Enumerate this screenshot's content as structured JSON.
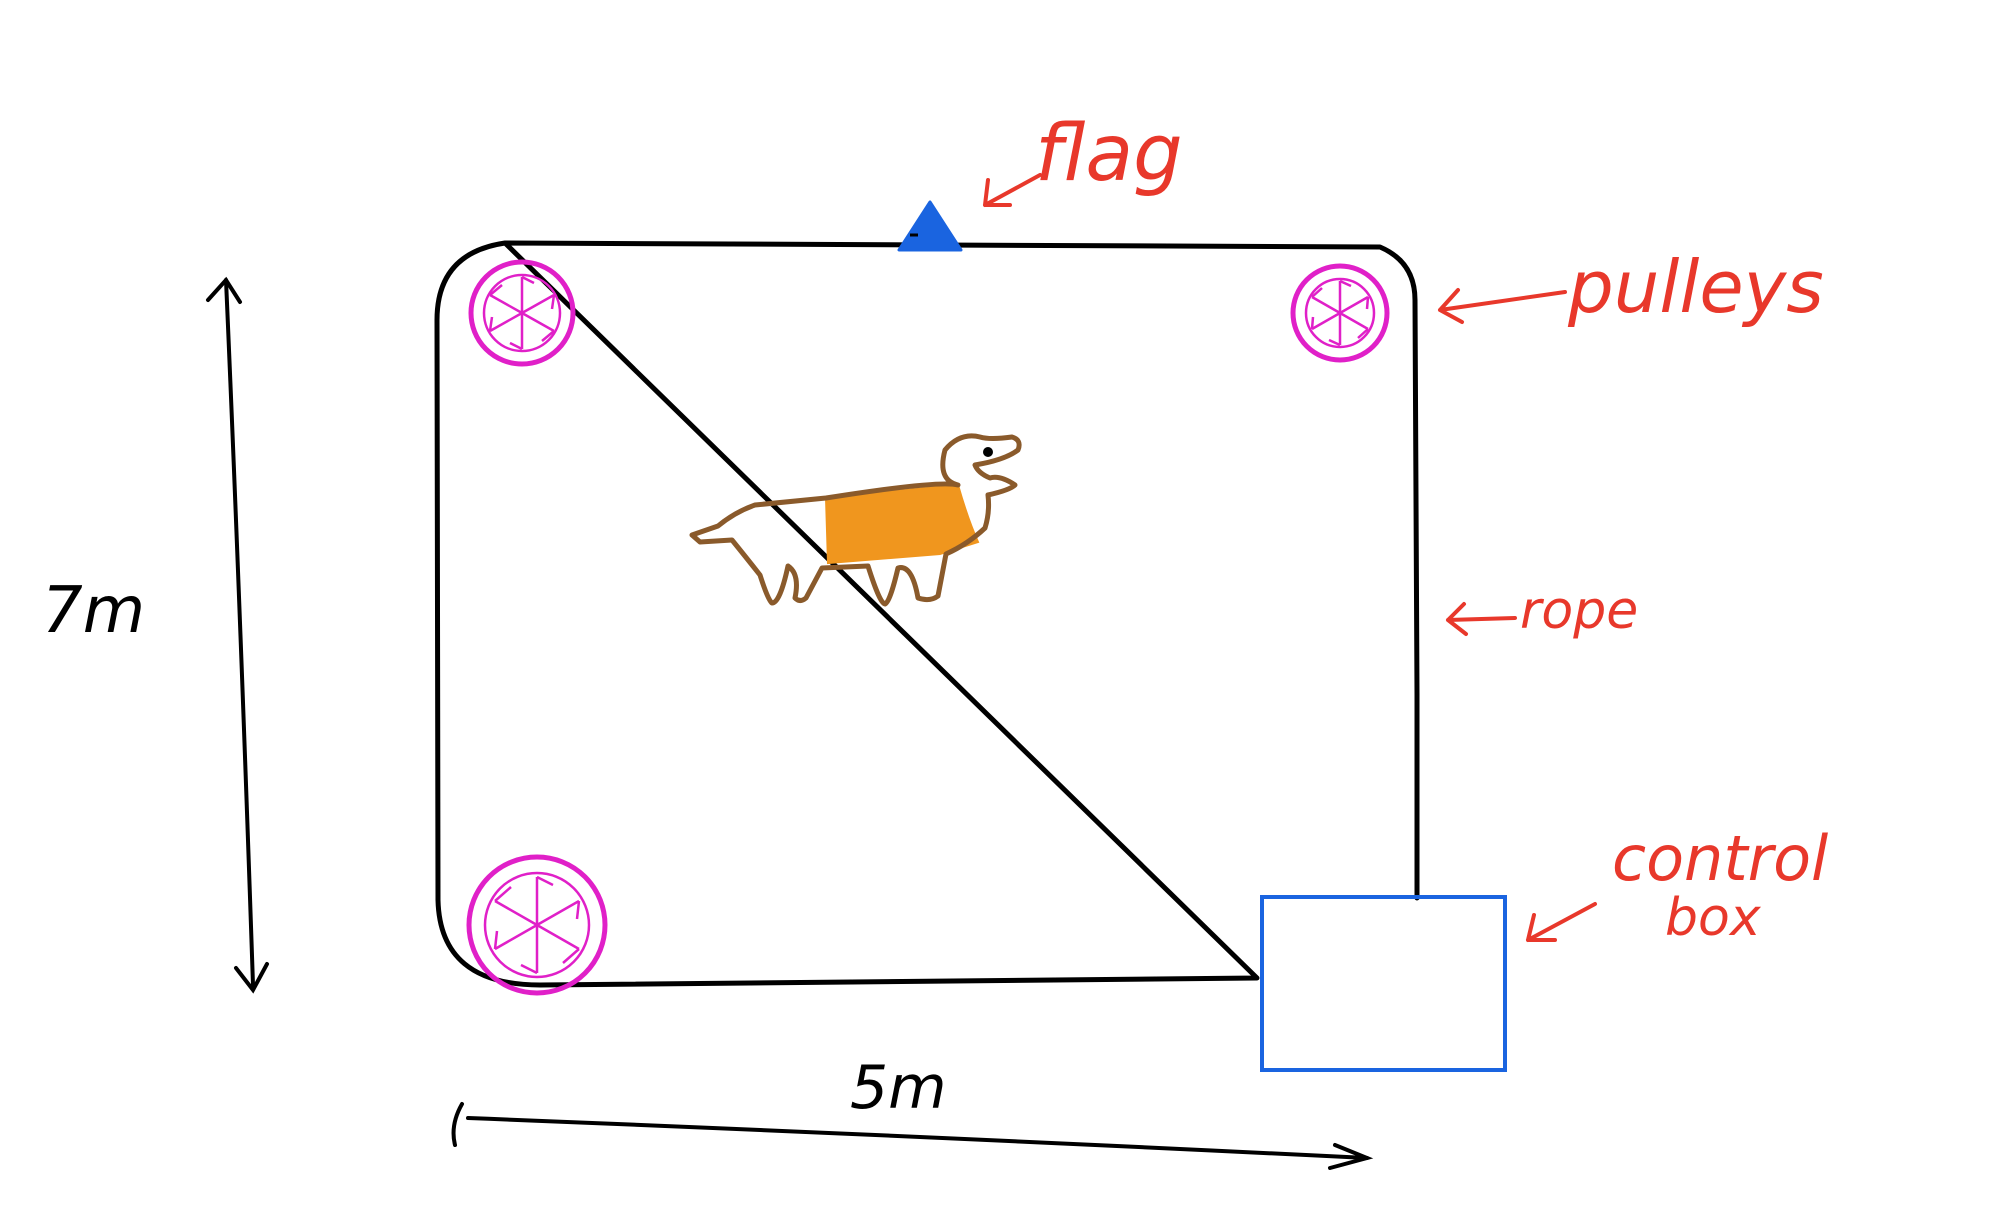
{
  "labels": {
    "flag": "flag",
    "pulleys": "pulleys",
    "rope": "rope",
    "control_box_line1": "control",
    "control_box_line2": "box",
    "height": "7m",
    "width": "5m"
  },
  "colors": {
    "rope": "#000000",
    "annotation": "#e8382b",
    "pulley": "#e020c8",
    "flag": "#1a64e0",
    "control_box": "#1a64e0",
    "animal_outline": "#8a5a2b",
    "animal_body": "#f0961e"
  }
}
